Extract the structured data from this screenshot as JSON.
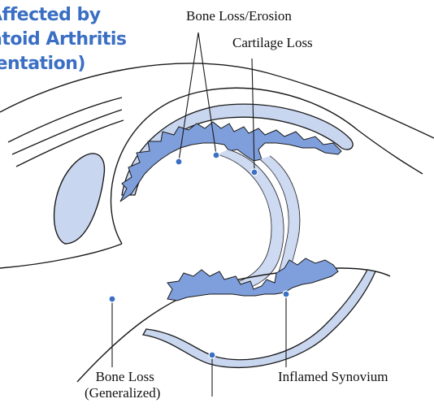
{
  "title": {
    "line1": "Affected by",
    "line2": "atoid Arthritis",
    "line3": "sentation)"
  },
  "labels": {
    "bone_erosion": "Bone Loss/Erosion",
    "cartilage_loss": "Cartilage Loss",
    "bone_loss_line1": "Bone Loss",
    "bone_loss_line2": "(Generalized)",
    "inflamed_synovium": "Inflamed Synovium"
  },
  "colors": {
    "title": "#3a6fc4",
    "inflamed_fill": "#7f9fdc",
    "tissue_fill": "#c9d6ef",
    "outline": "#1a1a1a",
    "leader_dot": "#3a6fc4"
  }
}
